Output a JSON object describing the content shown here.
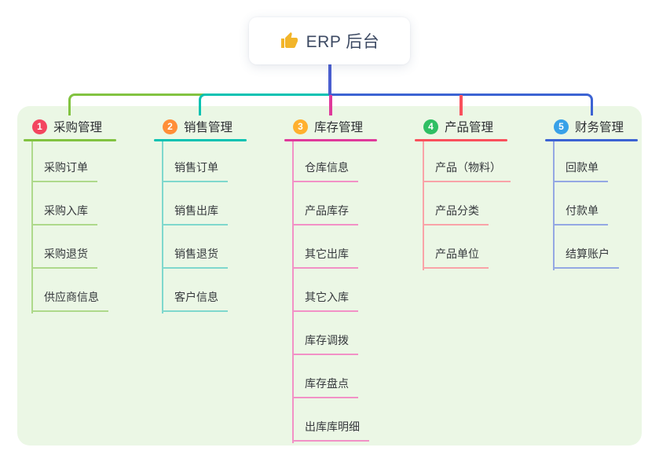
{
  "root": {
    "title": "ERP 后台",
    "icon": "thumbs-up",
    "icon_color": "#f2b52a"
  },
  "canvas": {
    "background": "#ffffff",
    "panel_background": "#ebf7e5"
  },
  "connector": {
    "trunk_color": "#4a5ed0"
  },
  "branches": [
    {
      "index": "1",
      "label": "采购管理",
      "badge_color": "#f3455f",
      "line_color": "#82c341",
      "light_color": "#aed98b",
      "children": [
        "采购订单",
        "采购入库",
        "采购退货",
        "供应商信息"
      ]
    },
    {
      "index": "2",
      "label": "销售管理",
      "badge_color": "#ff8e38",
      "line_color": "#09c2b2",
      "light_color": "#7fd8cd",
      "children": [
        "销售订单",
        "销售出库",
        "销售退货",
        "客户信息"
      ]
    },
    {
      "index": "3",
      "label": "库存管理",
      "badge_color": "#ffb02e",
      "line_color": "#df3a9b",
      "light_color": "#f291c6",
      "children": [
        "仓库信息",
        "产品库存",
        "其它出库",
        "其它入库",
        "库存调拨",
        "库存盘点",
        "出库库明细"
      ]
    },
    {
      "index": "4",
      "label": "产品管理",
      "badge_color": "#2fbf63",
      "line_color": "#f9505c",
      "light_color": "#f9a3a8",
      "children": [
        "产品（物料）",
        "产品分类",
        "产品单位"
      ]
    },
    {
      "index": "5",
      "label": "财务管理",
      "badge_color": "#38a1e8",
      "line_color": "#3c63d3",
      "light_color": "#94a8e3",
      "children": [
        "回款单",
        "付款单",
        "结算账户"
      ]
    }
  ]
}
